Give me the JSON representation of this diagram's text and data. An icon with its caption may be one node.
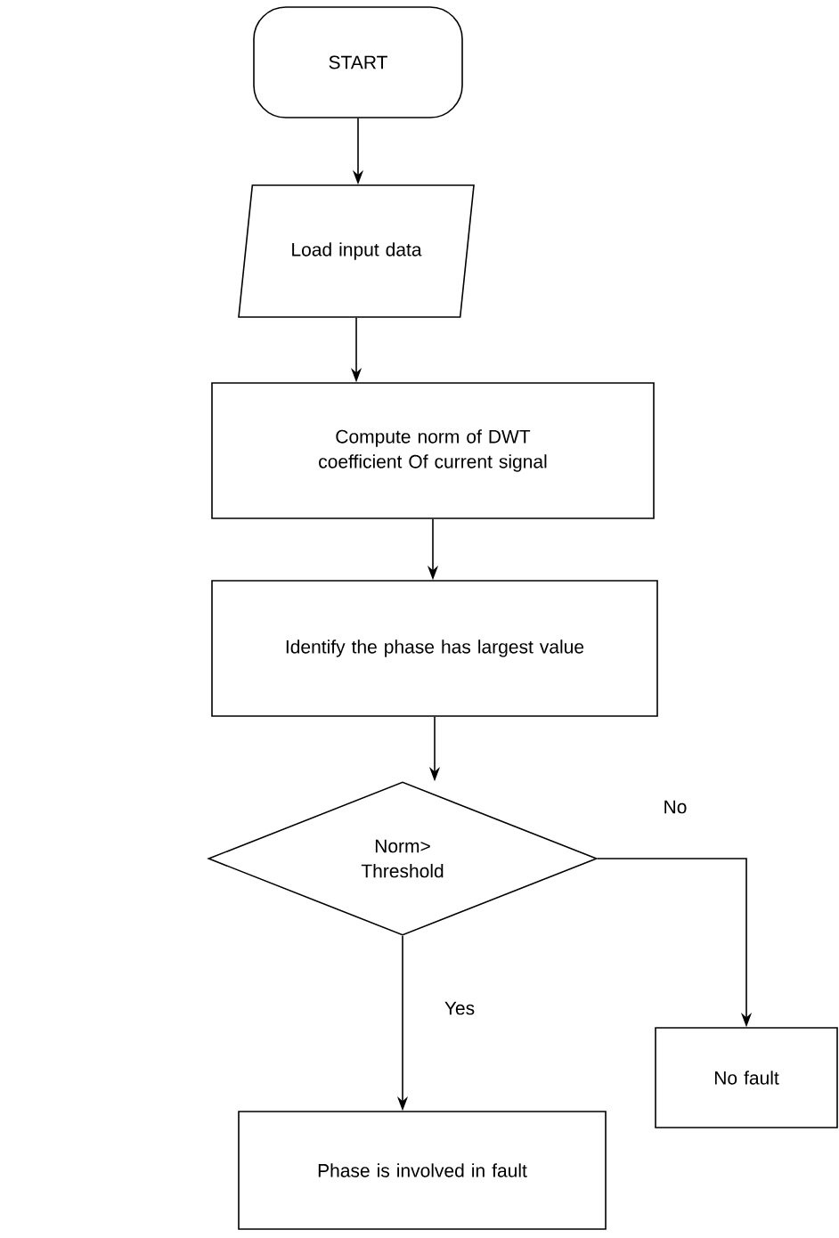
{
  "diagram": {
    "nodes": [
      {
        "text": [
          "START"
        ]
      },
      {
        "text": [
          "Load input data"
        ]
      },
      {
        "text": [
          "Compute norm of DWT coefficient Of current signal"
        ]
      },
      {
        "text": [
          "Identify the phase has largest value"
        ]
      },
      {
        "text": [
          "Norm> Threshold"
        ]
      },
      {
        "text": [
          "No fault"
        ]
      },
      {
        "text": [
          "Phase is involved in fault"
        ]
      }
    ],
    "edges": [
      {
        "from": 0,
        "to": 1,
        "arrow": "to"
      },
      {
        "from": 1,
        "to": 2,
        "arrow": "to"
      },
      {
        "from": 2,
        "to": 3,
        "arrow": "to"
      },
      {
        "from": 3,
        "to": 4,
        "arrow": "to"
      },
      {
        "from": 4,
        "to": 5,
        "arrow": "to",
        "label": "No"
      },
      {
        "from": 4,
        "to": 6,
        "arrow": "to",
        "label": "Yes"
      }
    ]
  }
}
